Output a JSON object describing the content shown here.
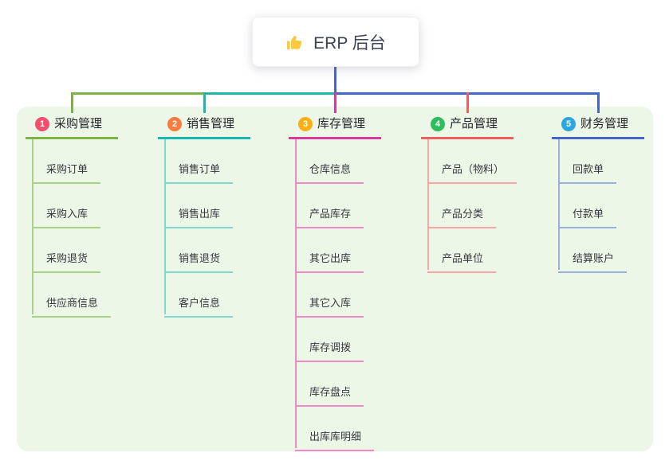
{
  "root": {
    "title": "ERP 后台",
    "icon": "thumbs-up-icon",
    "icon_color": "#FFC83D",
    "connector_color": "#4466CB"
  },
  "canvas": {
    "background": "#EDF7E8"
  },
  "branches": [
    {
      "index": "1",
      "label": "采购管理",
      "badge_color": "#F0506E",
      "line_color": "#7CB342",
      "light_color": "#ABD284",
      "children": [
        "采购订单",
        "采购入库",
        "采购退货",
        "供应商信息"
      ]
    },
    {
      "index": "2",
      "label": "销售管理",
      "badge_color": "#F87C3D",
      "line_color": "#1BB6AE",
      "light_color": "#82D7D2",
      "children": [
        "销售订单",
        "销售出库",
        "销售退货",
        "客户信息"
      ]
    },
    {
      "index": "3",
      "label": "库存管理",
      "badge_color": "#F9B017",
      "line_color": "#D8399B",
      "light_color": "#EF8AC6",
      "children": [
        "仓库信息",
        "产品库存",
        "其它出库",
        "其它入库",
        "库存调拨",
        "库存盘点",
        "出库库明细"
      ]
    },
    {
      "index": "4",
      "label": "产品管理",
      "badge_color": "#2EBD5B",
      "line_color": "#F25E5E",
      "light_color": "#F8A6A6",
      "children": [
        "产品（物料）",
        "产品分类",
        "产品单位"
      ]
    },
    {
      "index": "5",
      "label": "财务管理",
      "badge_color": "#2BA7DF",
      "line_color": "#4466CB",
      "light_color": "#9BAEE4",
      "children": [
        "回款单",
        "付款单",
        "结算账户"
      ]
    }
  ]
}
